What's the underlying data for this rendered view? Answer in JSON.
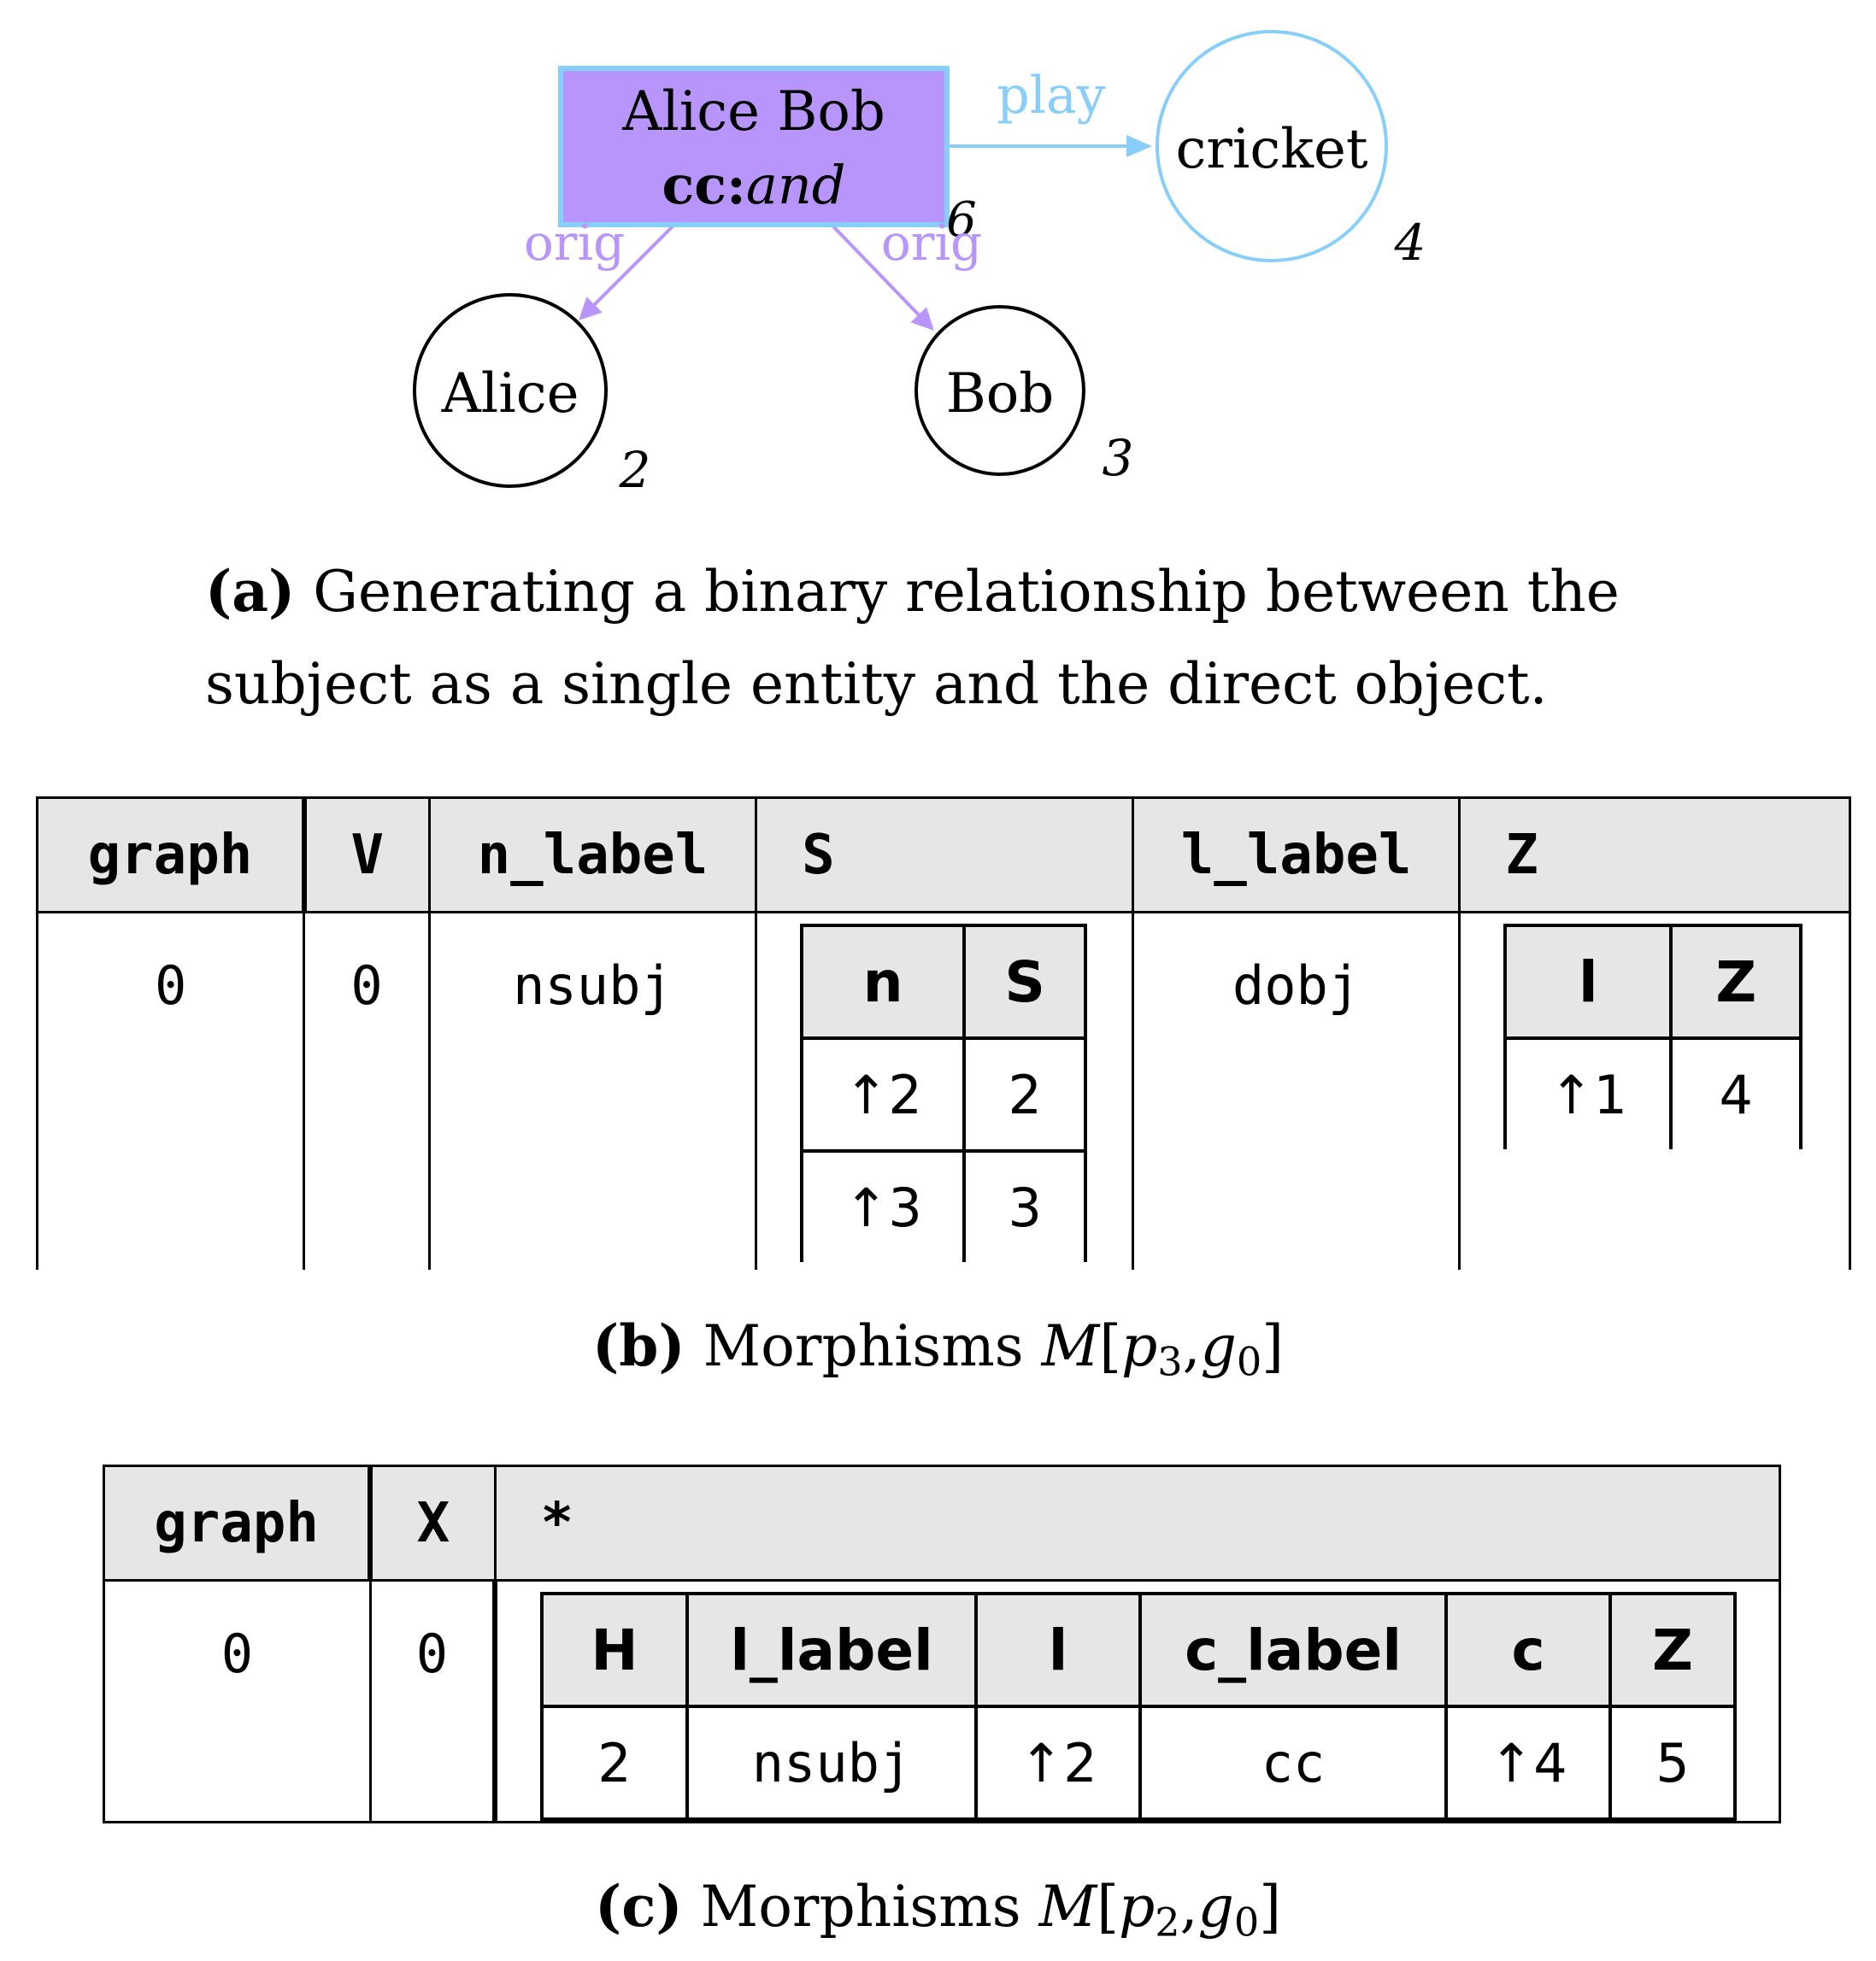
{
  "figure_a": {
    "caption_tag": "(a)",
    "caption_text": "Generating a binary relationship between the subject as a single entity and the direct object.",
    "nodes": {
      "group": {
        "line1": "Alice Bob",
        "line2_bold": "cc:",
        "line2_italic": "and",
        "id": "6"
      },
      "cricket": {
        "label": "cricket",
        "id": "4"
      },
      "alice": {
        "label": "Alice",
        "id": "2"
      },
      "bob": {
        "label": "Bob",
        "id": "3"
      }
    },
    "edges": {
      "play": "play",
      "orig_left": "orig",
      "orig_right": "orig"
    },
    "colors": {
      "group_fill": "#b895fa",
      "group_border": "#87cefa",
      "play_edge": "#87cefa",
      "orig_edge": "#b895fa"
    }
  },
  "table_b": {
    "caption_tag": "(b)",
    "caption_text": "Morphisms",
    "caption_math": {
      "M": "M",
      "open": "[",
      "p": "p",
      "p_sub": "3",
      "comma": ",",
      "g": "g",
      "g_sub": "0",
      "close": "]"
    },
    "headers": {
      "graph": "graph",
      "V": "V",
      "n_label": "n_label",
      "S": "S",
      "l_label": "l_label",
      "Z": "Z"
    },
    "row": {
      "graph": "0",
      "V": "0",
      "n_label": "nsubj",
      "l_label": "dobj"
    },
    "S_table": {
      "headers": [
        "n",
        "S"
      ],
      "rows": [
        [
          "↑2",
          "2"
        ],
        [
          "↑3",
          "3"
        ]
      ]
    },
    "Z_table": {
      "headers": [
        "l",
        "Z"
      ],
      "rows": [
        [
          "↑1",
          "4"
        ]
      ]
    }
  },
  "table_c": {
    "caption_tag": "(c)",
    "caption_text": "Morphisms",
    "caption_math": {
      "M": "M",
      "open": "[",
      "p": "p",
      "p_sub": "2",
      "comma": ",",
      "g": "g",
      "g_sub": "0",
      "close": "]"
    },
    "headers": {
      "graph": "graph",
      "X": "X",
      "star": "*"
    },
    "row": {
      "graph": "0",
      "X": "0"
    },
    "star_table": {
      "headers": [
        "H",
        "l_label",
        "l",
        "c_label",
        "c",
        "Z"
      ],
      "rows": [
        [
          "2",
          "nsubj",
          "↑2",
          "cc",
          "↑4",
          "5"
        ]
      ]
    }
  }
}
